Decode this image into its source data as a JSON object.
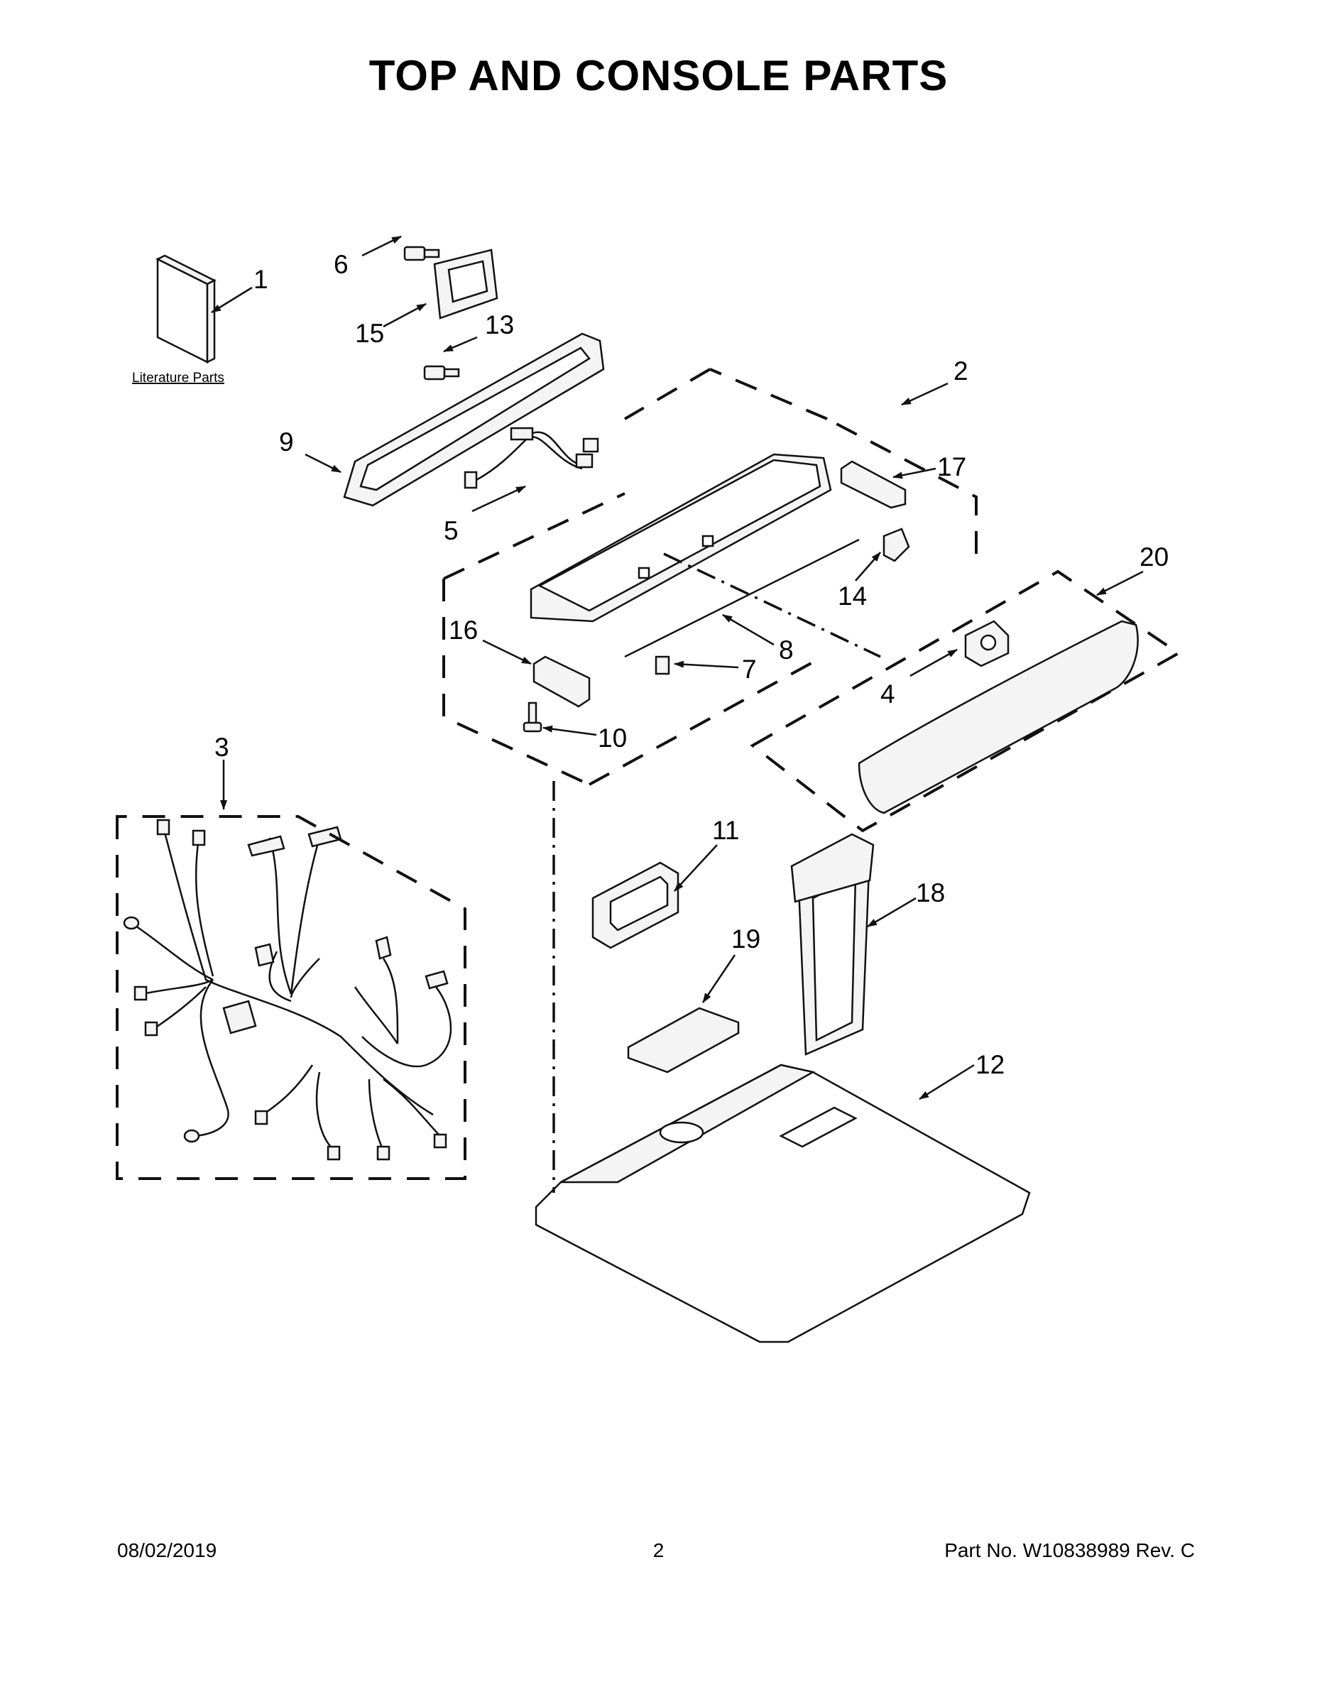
{
  "title": "TOP AND CONSOLE PARTS",
  "literature_label": "Literature Parts",
  "callouts": [
    "1",
    "2",
    "3",
    "4",
    "5",
    "6",
    "7",
    "8",
    "9",
    "10",
    "11",
    "12",
    "13",
    "14",
    "15",
    "16",
    "17",
    "18",
    "19",
    "20"
  ],
  "footer": {
    "date": "08/02/2019",
    "page": "2",
    "part_no": "Part No.  W10838989  Rev.  C"
  }
}
